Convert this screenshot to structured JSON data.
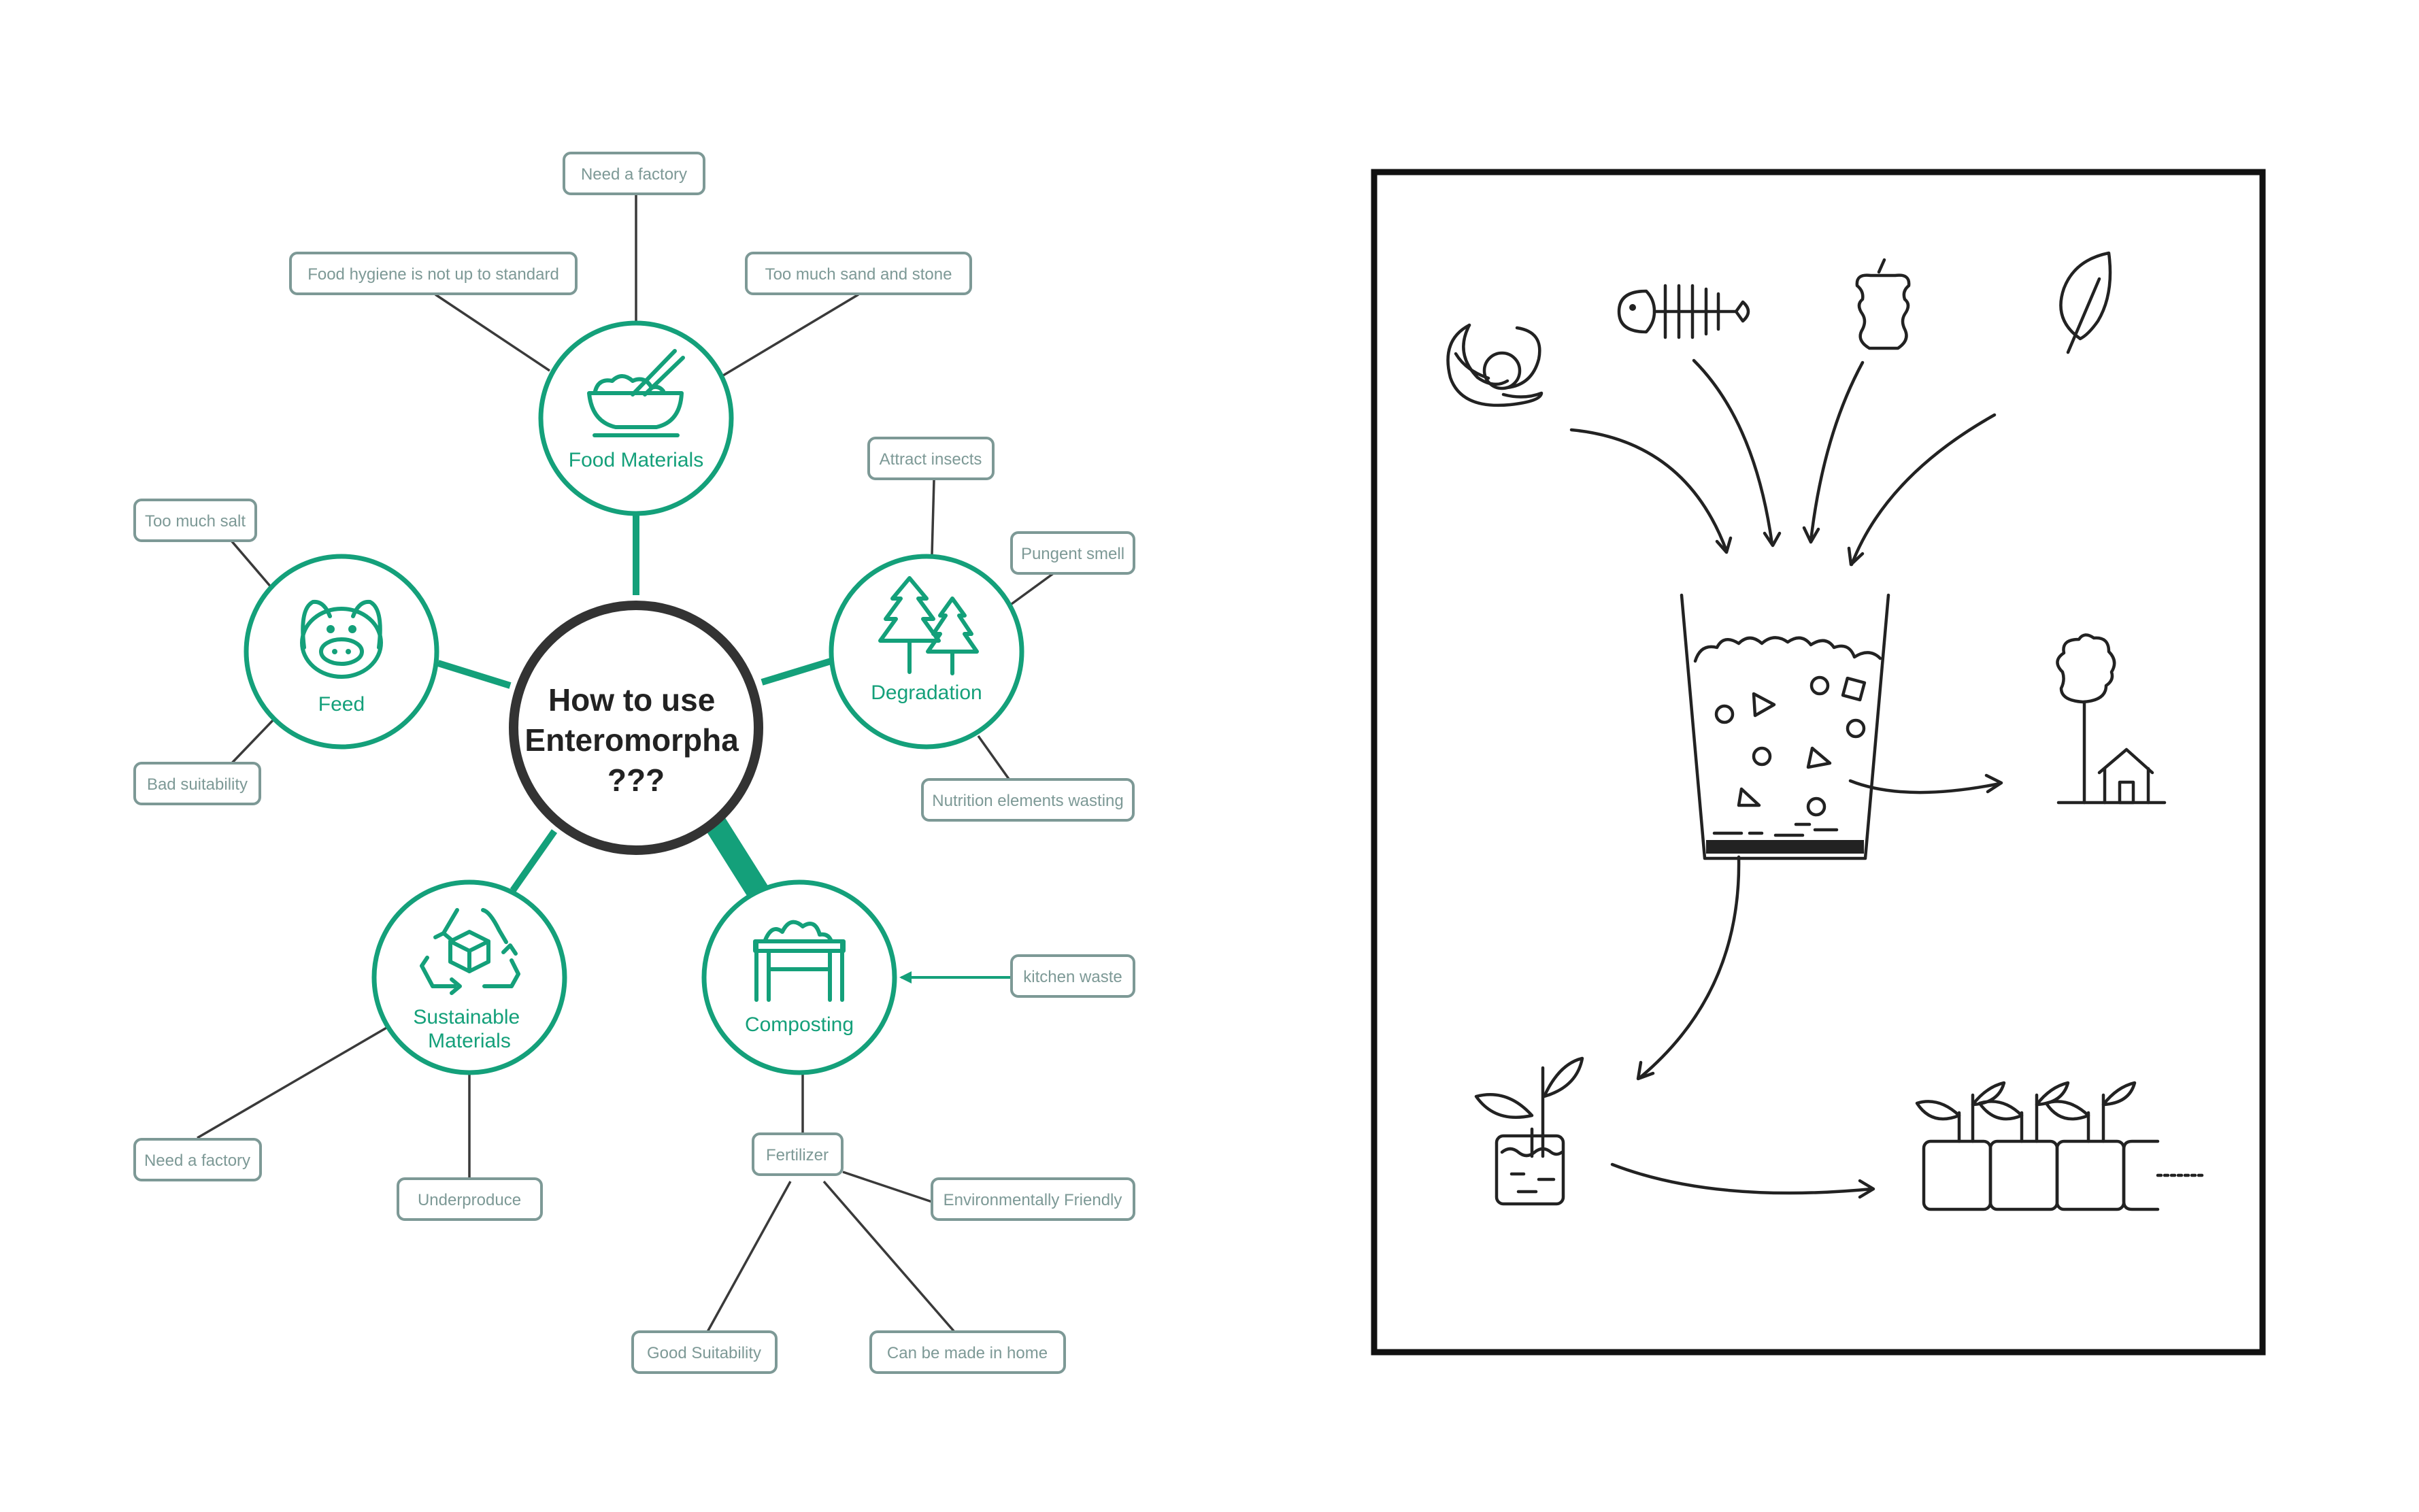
{
  "mindmap": {
    "center": {
      "lines": [
        "How to use",
        "Enteromorpha",
        "???"
      ]
    },
    "nodes": {
      "food_materials": {
        "lines": [
          "Food Materials"
        ],
        "icon": "rice-bowl-icon"
      },
      "feed": {
        "lines": [
          "Feed"
        ],
        "icon": "pig-icon"
      },
      "degradation": {
        "lines": [
          "Degradation"
        ],
        "icon": "trees-icon"
      },
      "sustainable": {
        "lines": [
          "Sustainable",
          "Materials"
        ],
        "icon": "recycle-icon"
      },
      "composting": {
        "lines": [
          "Composting"
        ],
        "icon": "compost-bin-icon"
      }
    },
    "labels": {
      "need_factory_top": "Need a factory",
      "food_hygiene": "Food hygiene is not up to standard",
      "too_much_sand": "Too much sand and stone",
      "attract_insects": "Attract insects",
      "pungent_smell": "Pungent smell",
      "too_much_salt": "Too much salt",
      "bad_suitability": "Bad suitability",
      "nutrition_wasting": "Nutrition elements wasting",
      "kitchen_waste": "kitchen waste",
      "need_factory_bottom": "Need a factory",
      "underproduce": "Underproduce",
      "fertilizer": "Fertilizer",
      "environmentally_friendly": "Environmentally Friendly",
      "good_suitability": "Good Suitability",
      "made_in_home": "Can be made in home"
    },
    "colors": {
      "accent": "#14a07a",
      "center_ring": "#333333",
      "label_border": "#7d9996"
    }
  },
  "process": {
    "inputs": [
      "banana-peel-icon",
      "fish-bone-icon",
      "apple-core-icon",
      "leaf-icon"
    ],
    "container": "compost-bucket-icon",
    "outputs": [
      "tree-and-house-icon",
      "seedling-pot-icon",
      "planter-row-icon"
    ]
  }
}
